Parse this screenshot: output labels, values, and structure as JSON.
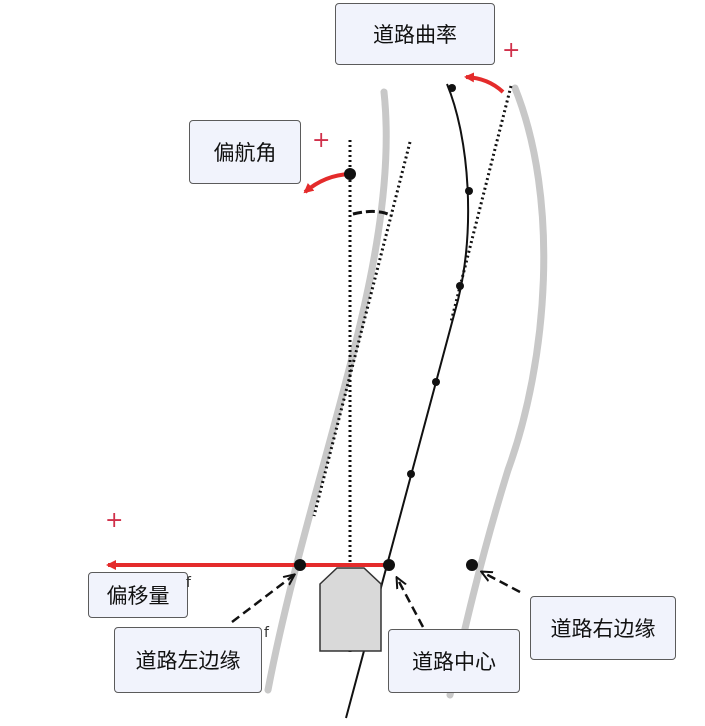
{
  "labels": {
    "road_curvature": "道路曲率",
    "yaw_angle": "偏航角",
    "offset": "偏移量",
    "left_edge": "道路左边缘",
    "center": "道路中心",
    "right_edge": "道路右边缘"
  },
  "signs": {
    "curvature_plus": "+",
    "yaw_plus": "+",
    "offset_plus": "+"
  },
  "stray_marks": {
    "mark_1": "f",
    "mark_2": "f"
  },
  "colors": {
    "road_edge": "#c8c8c8",
    "arrow": "#e42b2b",
    "sign": "#d0304a",
    "label_fill": "#f1f3fc",
    "vehicle_fill": "#d9d9d9"
  }
}
